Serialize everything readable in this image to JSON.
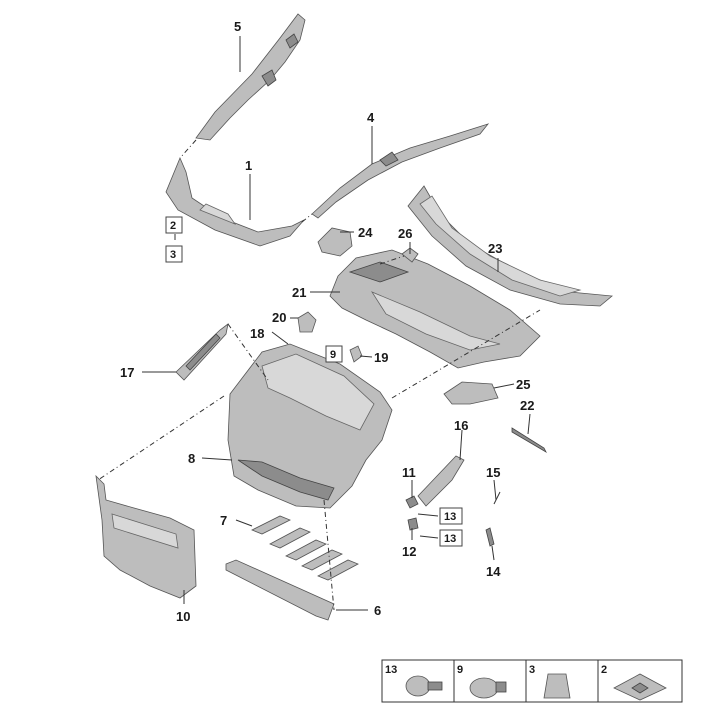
{
  "callouts": {
    "c1": "1",
    "c2": "2",
    "c3": "3",
    "c4": "4",
    "c5": "5",
    "c6": "6",
    "c7": "7",
    "c8": "8",
    "c9": "9",
    "c10": "10",
    "c11": "11",
    "c12": "12",
    "c13a": "13",
    "c13b": "13",
    "c14": "14",
    "c15": "15",
    "c16": "16",
    "c17": "17",
    "c18": "18",
    "c19": "19",
    "c20": "20",
    "c21": "21",
    "c22": "22",
    "c23": "23",
    "c24": "24",
    "c25": "25",
    "c26": "26"
  },
  "legend": {
    "items": [
      "13",
      "9",
      "3",
      "2"
    ]
  },
  "colors": {
    "part_fill": "#bdbdbd",
    "part_dark": "#8c8c8c",
    "outline": "#555555"
  }
}
